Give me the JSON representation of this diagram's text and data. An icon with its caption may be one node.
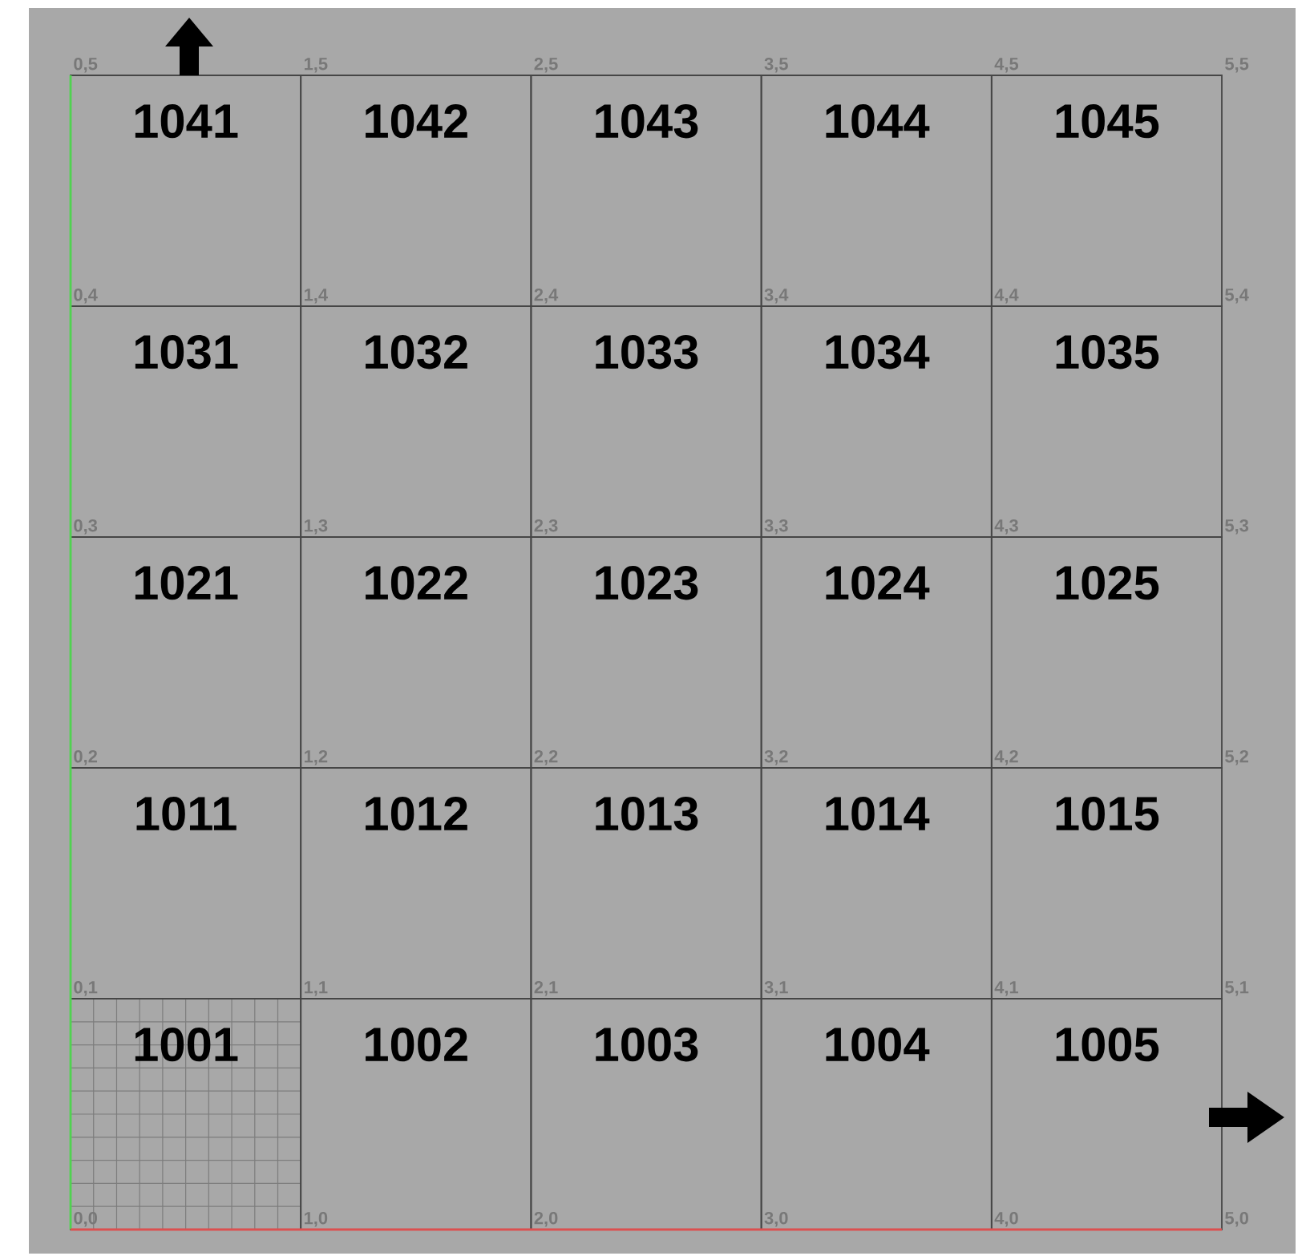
{
  "diagram": {
    "nodes": [
      {
        "text": [
          "1041"
        ]
      },
      {
        "text": [
          "1042"
        ]
      },
      {
        "text": [
          "1043"
        ]
      },
      {
        "text": [
          "1044"
        ]
      },
      {
        "text": [
          "1045"
        ]
      },
      {
        "text": [
          "1031"
        ]
      },
      {
        "text": [
          "1032"
        ]
      },
      {
        "text": [
          "1033"
        ]
      },
      {
        "text": [
          "1034"
        ]
      },
      {
        "text": [
          "1035"
        ]
      },
      {
        "text": [
          "1021"
        ]
      },
      {
        "text": [
          "1022"
        ]
      },
      {
        "text": [
          "1023"
        ]
      },
      {
        "text": [
          "1024"
        ]
      },
      {
        "text": [
          "1025"
        ]
      },
      {
        "text": [
          "1011"
        ]
      },
      {
        "text": [
          "1012"
        ]
      },
      {
        "text": [
          "1013"
        ]
      },
      {
        "text": [
          "1014"
        ]
      },
      {
        "text": [
          "1015"
        ]
      },
      {
        "text": [
          "1001"
        ]
      },
      {
        "text": [
          "1002"
        ]
      },
      {
        "text": [
          "1003"
        ]
      },
      {
        "text": [
          "1004"
        ]
      },
      {
        "text": [
          "1005"
        ]
      }
    ],
    "labels": [
      "0,5",
      "1,5",
      "2,5",
      "3,5",
      "4,5",
      "5,5",
      "0,4",
      "1,4",
      "2,4",
      "3,4",
      "4,4",
      "5,4",
      "0,3",
      "1,3",
      "2,3",
      "3,3",
      "4,3",
      "5,3",
      "0,2",
      "1,2",
      "2,2",
      "3,2",
      "4,2",
      "5,2",
      "0,1",
      "1,1",
      "2,1",
      "3,1",
      "4,1",
      "5,1",
      "0,0",
      "1,0",
      "2,0",
      "3,0",
      "4,0",
      "5,0"
    ]
  }
}
